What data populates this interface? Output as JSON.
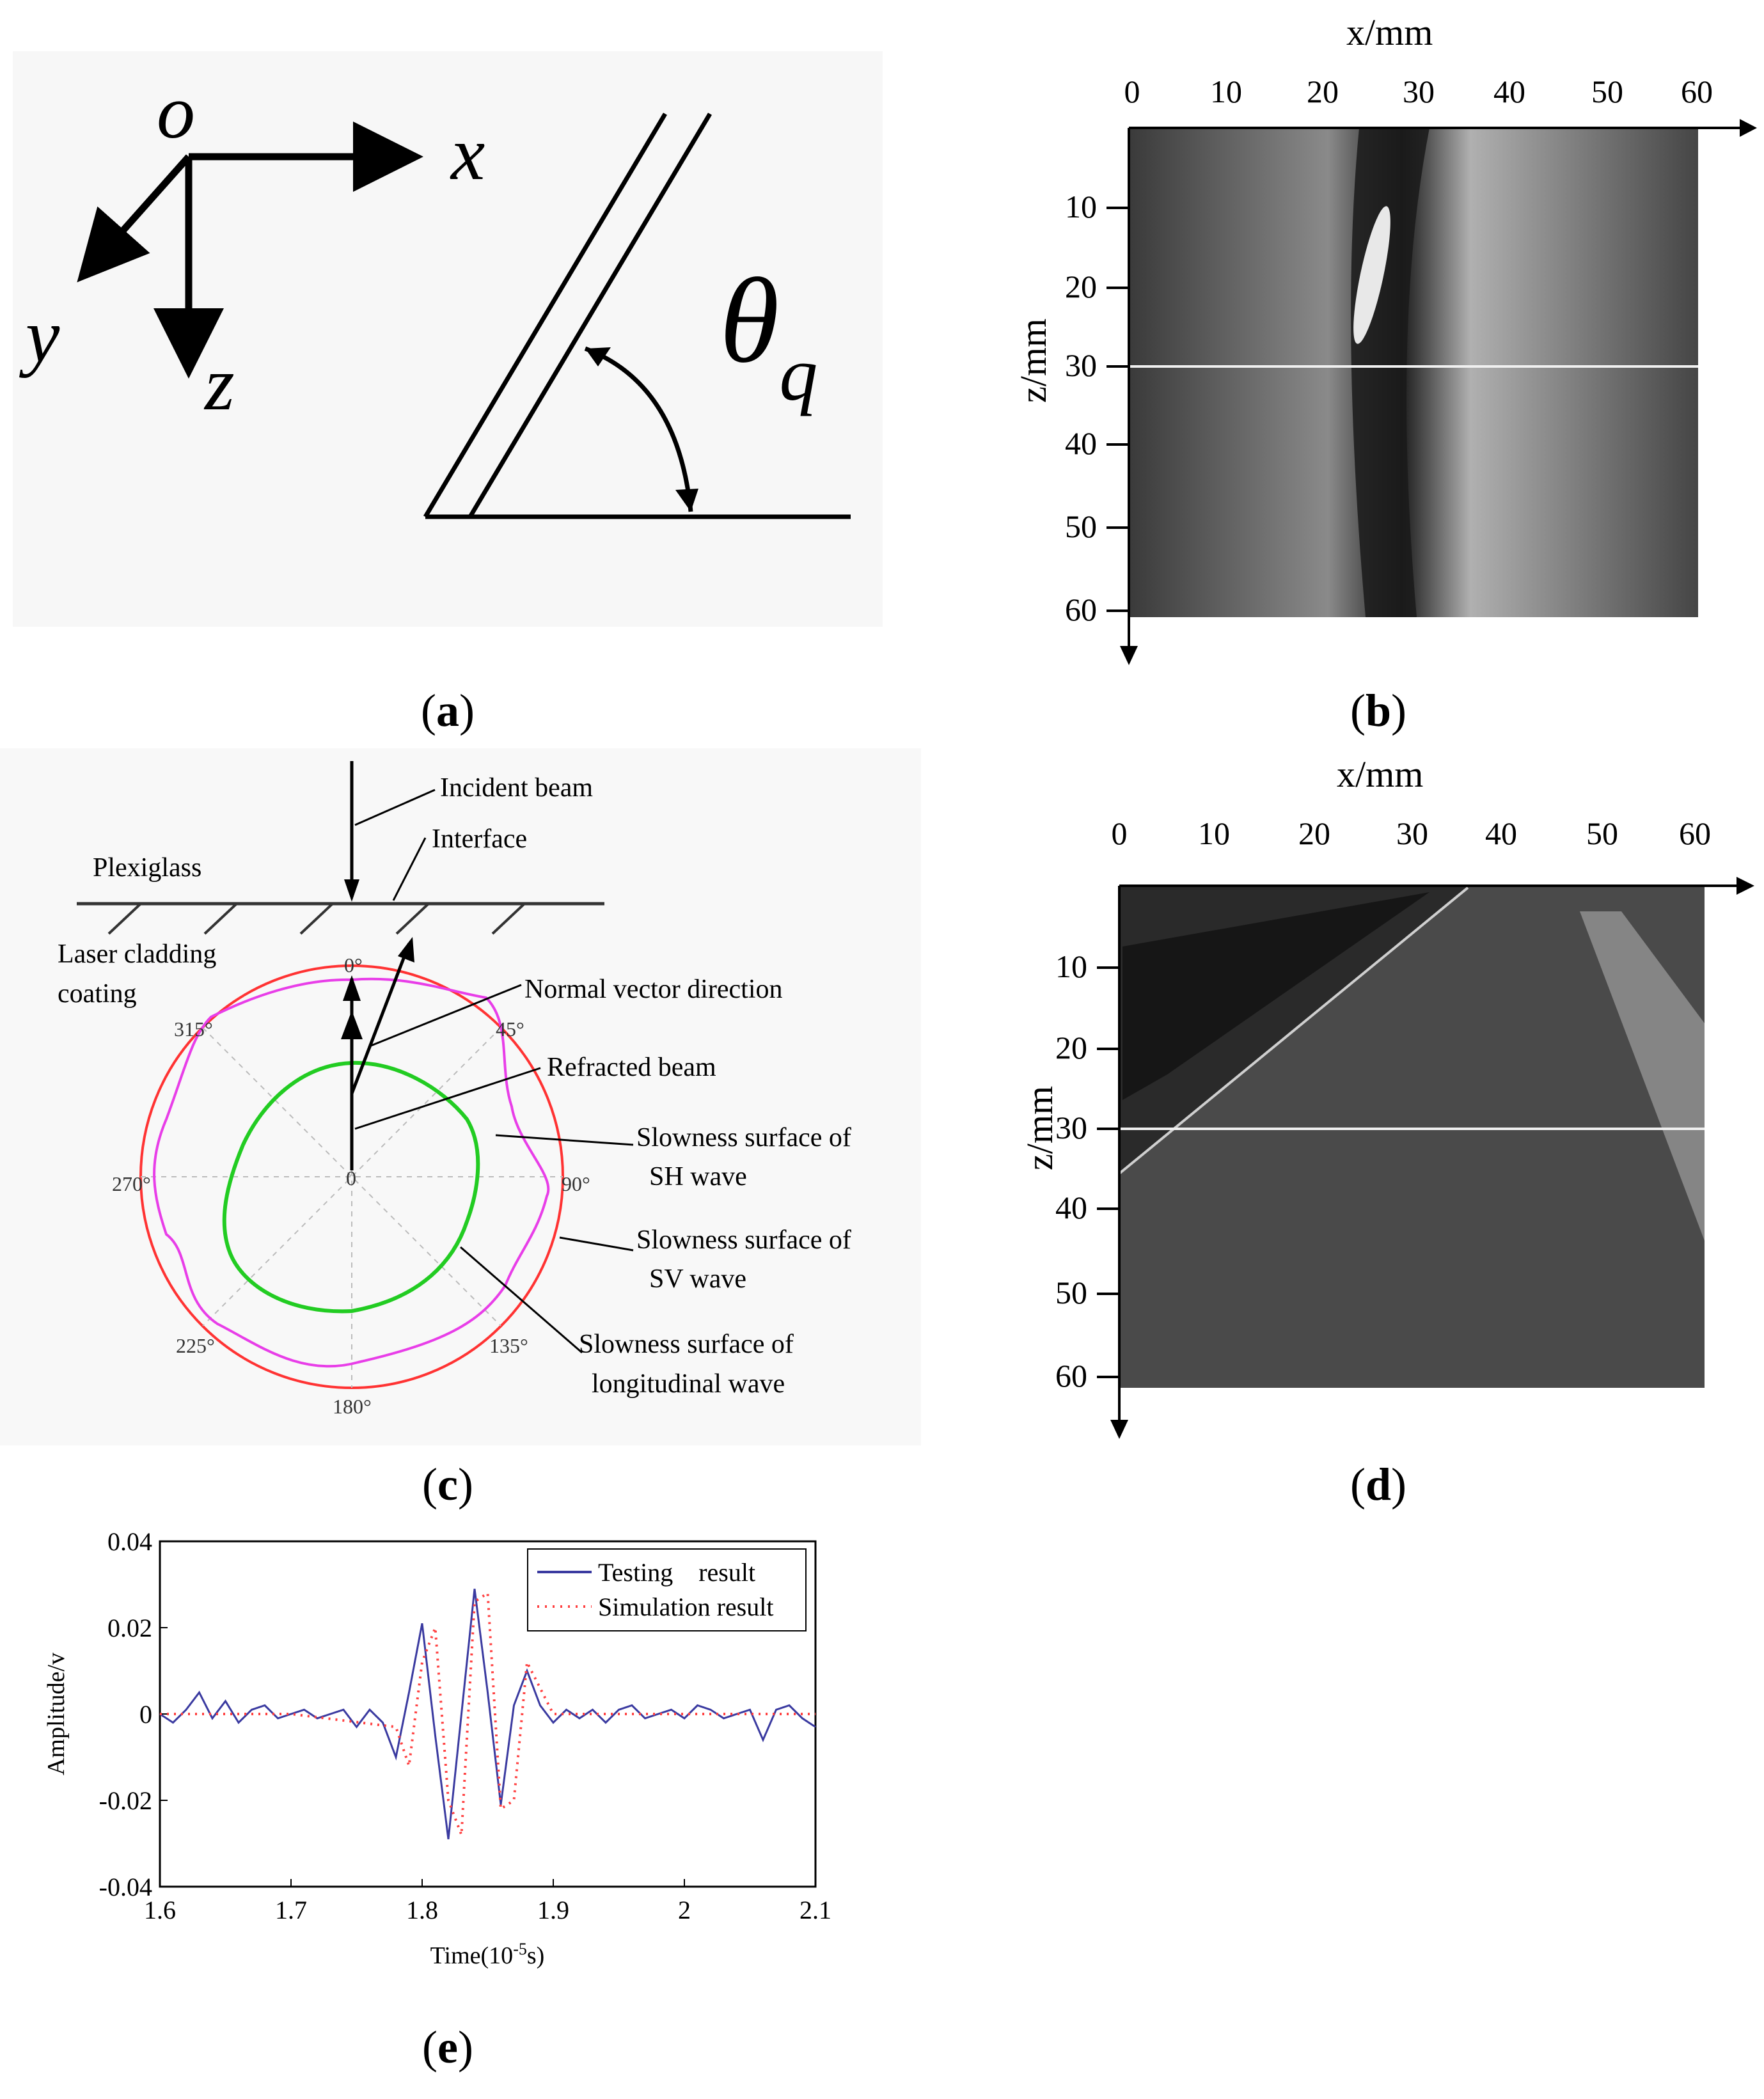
{
  "figure": {
    "panel_a": {
      "caption_letter": "a",
      "origin_label": "o",
      "x_label": "x",
      "y_label": "y",
      "z_label": "z",
      "angle_symbol": "θ",
      "angle_subscript": "q"
    },
    "panel_b": {
      "caption_letter": "b",
      "x_axis_label": "x/mm",
      "z_axis_label": "z/mm",
      "x_ticks": [
        "0",
        "10",
        "20",
        "30",
        "40",
        "50",
        "60"
      ],
      "z_ticks": [
        "10",
        "20",
        "30",
        "40",
        "50",
        "60"
      ]
    },
    "panel_c": {
      "caption_letter": "c",
      "labels": {
        "incident_beam": "Incident beam",
        "interface": "Interface",
        "plexiglass": "Plexiglass",
        "coating_line1": "Laser cladding",
        "coating_line2": "coating",
        "normal_vector": "Normal vector direction",
        "refracted_beam": "Refracted beam",
        "sh_line1": "Slowness surface of",
        "sh_line2": "SH wave",
        "sv_line1": "Slowness surface of",
        "sv_line2": "SV wave",
        "long_line1": "Slowness surface of",
        "long_line2": "longitudinal wave"
      },
      "angle_labels": [
        "0°",
        "45°",
        "90°",
        "135°",
        "180°",
        "225°",
        "270°",
        "315°"
      ],
      "center_label": "0",
      "colors": {
        "sh": "#ff3333",
        "sv": "#e83ee8",
        "longitudinal": "#22cc22"
      }
    },
    "panel_d": {
      "caption_letter": "d",
      "x_axis_label": "x/mm",
      "z_axis_label": "z/mm",
      "x_ticks": [
        "0",
        "10",
        "20",
        "30",
        "40",
        "50",
        "60"
      ],
      "z_ticks": [
        "10",
        "20",
        "30",
        "40",
        "50",
        "60"
      ]
    },
    "panel_e": {
      "caption_letter": "e",
      "legend": [
        "Testing    result",
        "Simulation result"
      ],
      "xlabel_main": "Time(10",
      "xlabel_exp": "-5",
      "xlabel_end": "s)",
      "colors": {
        "testing": "#3a3aa0",
        "simulation": "#ff4040"
      }
    }
  },
  "chart_data": {
    "type": "line",
    "title": "",
    "xlabel": "Time(10-5s)",
    "ylabel": "Amplitude/v",
    "xlim": [
      1.6,
      2.1
    ],
    "ylim": [
      -0.04,
      0.04
    ],
    "x_tick_labels": [
      "1.6",
      "1.7",
      "1.8",
      "1.9",
      "2",
      "2.1"
    ],
    "y_tick_labels": [
      "0.04",
      "0.02",
      "0",
      "-0.02",
      "-0.04"
    ],
    "legend_position": "top-right",
    "grid": false,
    "series": [
      {
        "name": "Testing    result",
        "style": "solid",
        "x": [
          1.6,
          1.61,
          1.62,
          1.63,
          1.64,
          1.65,
          1.66,
          1.67,
          1.68,
          1.69,
          1.7,
          1.71,
          1.72,
          1.73,
          1.74,
          1.75,
          1.76,
          1.77,
          1.78,
          1.79,
          1.8,
          1.81,
          1.82,
          1.83,
          1.84,
          1.85,
          1.86,
          1.87,
          1.88,
          1.89,
          1.9,
          1.91,
          1.92,
          1.93,
          1.94,
          1.95,
          1.96,
          1.97,
          1.98,
          1.99,
          2.0,
          2.01,
          2.02,
          2.03,
          2.04,
          2.05,
          2.06,
          2.07,
          2.08,
          2.09,
          2.1
        ],
        "y": [
          0,
          -0.002,
          0.001,
          0.005,
          -0.001,
          0.003,
          -0.002,
          0.001,
          0.002,
          -0.001,
          0,
          0.001,
          -0.001,
          0,
          0.001,
          -0.003,
          0.001,
          -0.002,
          -0.01,
          0.005,
          0.021,
          -0.005,
          -0.029,
          0.0,
          0.029,
          0.005,
          -0.021,
          0.002,
          0.01,
          0.002,
          -0.002,
          0.001,
          -0.001,
          0.001,
          -0.002,
          0.001,
          0.002,
          -0.001,
          0,
          0.001,
          -0.001,
          0.002,
          0.001,
          -0.001,
          0,
          0.001,
          -0.006,
          0.001,
          0.002,
          -0.001,
          -0.003
        ]
      },
      {
        "name": "Simulation result",
        "style": "dotted",
        "x": [
          1.6,
          1.7,
          1.78,
          1.79,
          1.8,
          1.81,
          1.82,
          1.83,
          1.84,
          1.85,
          1.86,
          1.87,
          1.88,
          1.89,
          1.9,
          2.0,
          2.1
        ],
        "y": [
          0,
          0,
          -0.003,
          -0.012,
          0.012,
          0.02,
          -0.02,
          -0.028,
          0.026,
          0.028,
          -0.022,
          -0.02,
          0.012,
          0.006,
          0,
          0,
          0
        ]
      }
    ]
  }
}
